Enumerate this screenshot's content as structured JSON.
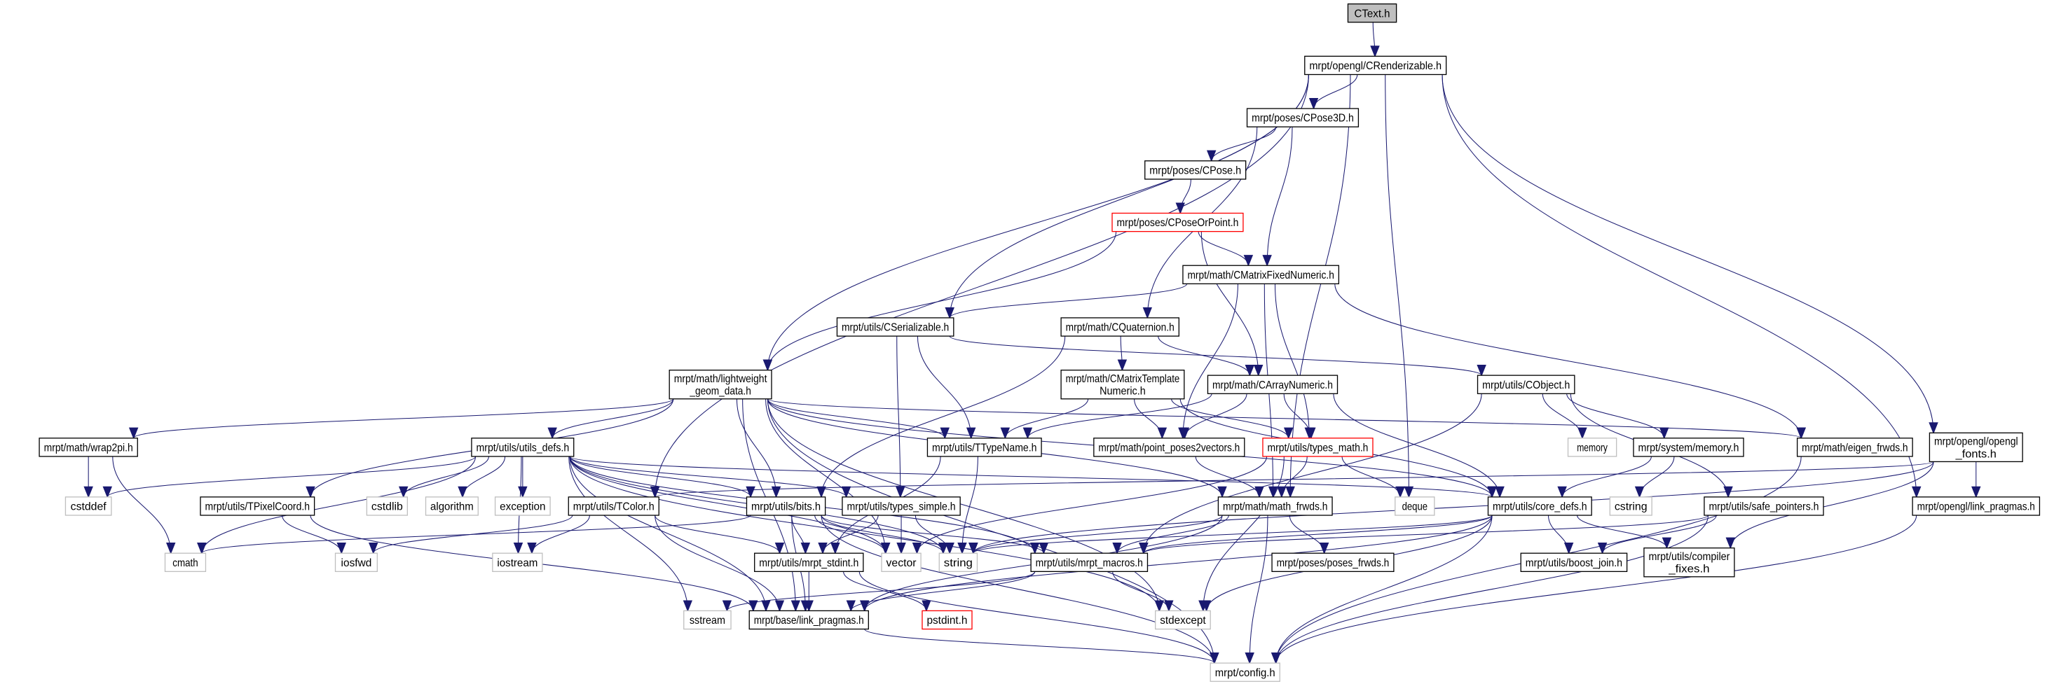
{
  "colors": {
    "edge": "#191970",
    "documented_border": "#000000",
    "external_border": "#bfbfbf",
    "missing_border": "#ff0000",
    "current_fill": "#bfbfbf",
    "fill": "#ffffff"
  },
  "nodes": [
    {
      "id": "ctext",
      "lines": [
        "CText.h"
      ],
      "kind": "current"
    },
    {
      "id": "crend",
      "lines": [
        "mrpt/opengl/CRenderizable.h"
      ],
      "kind": "documented"
    },
    {
      "id": "cpose3d",
      "lines": [
        "mrpt/poses/CPose3D.h"
      ],
      "kind": "documented"
    },
    {
      "id": "cpose",
      "lines": [
        "mrpt/poses/CPose.h"
      ],
      "kind": "documented"
    },
    {
      "id": "cposeorpoint",
      "lines": [
        "mrpt/poses/CPoseOrPoint.h"
      ],
      "kind": "missing"
    },
    {
      "id": "cmfn",
      "lines": [
        "mrpt/math/CMatrixFixedNumeric.h"
      ],
      "kind": "documented"
    },
    {
      "id": "cser",
      "lines": [
        "mrpt/utils/CSerializable.h"
      ],
      "kind": "documented"
    },
    {
      "id": "cquat",
      "lines": [
        "mrpt/math/CQuaternion.h"
      ],
      "kind": "documented"
    },
    {
      "id": "lw",
      "lines": [
        "mrpt/math/lightweight",
        "_geom_data.h"
      ],
      "kind": "documented"
    },
    {
      "id": "cmtn",
      "lines": [
        "mrpt/math/CMatrixTemplate",
        "Numeric.h"
      ],
      "kind": "documented"
    },
    {
      "id": "carr",
      "lines": [
        "mrpt/math/CArrayNumeric.h"
      ],
      "kind": "documented"
    },
    {
      "id": "cobj",
      "lines": [
        "mrpt/utils/CObject.h"
      ],
      "kind": "documented"
    },
    {
      "id": "wrap2pi",
      "lines": [
        "mrpt/math/wrap2pi.h"
      ],
      "kind": "documented"
    },
    {
      "id": "utilsdefs",
      "lines": [
        "mrpt/utils/utils_defs.h"
      ],
      "kind": "documented"
    },
    {
      "id": "ttype",
      "lines": [
        "mrpt/utils/TTypeName.h"
      ],
      "kind": "documented"
    },
    {
      "id": "pp2v",
      "lines": [
        "mrpt/math/point_poses2vectors.h"
      ],
      "kind": "documented"
    },
    {
      "id": "tmath",
      "lines": [
        "mrpt/utils/types_math.h"
      ],
      "kind": "missing"
    },
    {
      "id": "memory",
      "lines": [
        "memory"
      ],
      "kind": "external"
    },
    {
      "id": "sysmem",
      "lines": [
        "mrpt/system/memory.h"
      ],
      "kind": "documented"
    },
    {
      "id": "eigen",
      "lines": [
        "mrpt/math/eigen_frwds.h"
      ],
      "kind": "documented"
    },
    {
      "id": "fonts",
      "lines": [
        "mrpt/opengl/opengl",
        "_fonts.h"
      ],
      "kind": "documented"
    },
    {
      "id": "cstddef",
      "lines": [
        "cstddef"
      ],
      "kind": "external"
    },
    {
      "id": "tpix",
      "lines": [
        "mrpt/utils/TPixelCoord.h"
      ],
      "kind": "documented"
    },
    {
      "id": "cstdlib",
      "lines": [
        "cstdlib"
      ],
      "kind": "external"
    },
    {
      "id": "algorithm",
      "lines": [
        "algorithm"
      ],
      "kind": "external"
    },
    {
      "id": "exception",
      "lines": [
        "exception"
      ],
      "kind": "external"
    },
    {
      "id": "tcolor",
      "lines": [
        "mrpt/utils/TColor.h"
      ],
      "kind": "documented"
    },
    {
      "id": "bits",
      "lines": [
        "mrpt/utils/bits.h"
      ],
      "kind": "documented"
    },
    {
      "id": "tsimple",
      "lines": [
        "mrpt/utils/types_simple.h"
      ],
      "kind": "documented"
    },
    {
      "id": "mathfrwds",
      "lines": [
        "mrpt/math/math_frwds.h"
      ],
      "kind": "documented"
    },
    {
      "id": "deque",
      "lines": [
        "deque"
      ],
      "kind": "external"
    },
    {
      "id": "coredefs",
      "lines": [
        "mrpt/utils/core_defs.h"
      ],
      "kind": "documented"
    },
    {
      "id": "cstring",
      "lines": [
        "cstring"
      ],
      "kind": "external"
    },
    {
      "id": "safeptr",
      "lines": [
        "mrpt/utils/safe_pointers.h"
      ],
      "kind": "documented"
    },
    {
      "id": "glpragmas",
      "lines": [
        "mrpt/opengl/link_pragmas.h"
      ],
      "kind": "documented"
    },
    {
      "id": "cmath",
      "lines": [
        "cmath"
      ],
      "kind": "external"
    },
    {
      "id": "iosfwd",
      "lines": [
        "iosfwd"
      ],
      "kind": "external"
    },
    {
      "id": "iostream",
      "lines": [
        "iostream"
      ],
      "kind": "external"
    },
    {
      "id": "stdint",
      "lines": [
        "mrpt/utils/mrpt_stdint.h"
      ],
      "kind": "documented"
    },
    {
      "id": "vector",
      "lines": [
        "vector"
      ],
      "kind": "external"
    },
    {
      "id": "string",
      "lines": [
        "string"
      ],
      "kind": "external"
    },
    {
      "id": "macros",
      "lines": [
        "mrpt/utils/mrpt_macros.h"
      ],
      "kind": "documented"
    },
    {
      "id": "posesfrwds",
      "lines": [
        "mrpt/poses/poses_frwds.h"
      ],
      "kind": "documented"
    },
    {
      "id": "boostjoin",
      "lines": [
        "mrpt/utils/boost_join.h"
      ],
      "kind": "documented"
    },
    {
      "id": "compfixes",
      "lines": [
        "mrpt/utils/compiler",
        "_fixes.h"
      ],
      "kind": "documented"
    },
    {
      "id": "sstream",
      "lines": [
        "sstream"
      ],
      "kind": "external"
    },
    {
      "id": "basepragmas",
      "lines": [
        "mrpt/base/link_pragmas.h"
      ],
      "kind": "documented"
    },
    {
      "id": "pstdint",
      "lines": [
        "pstdint.h"
      ],
      "kind": "missing"
    },
    {
      "id": "stdexcept",
      "lines": [
        "stdexcept"
      ],
      "kind": "external"
    },
    {
      "id": "config",
      "lines": [
        "mrpt/config.h"
      ],
      "kind": "external"
    }
  ],
  "edges": [
    [
      "ctext",
      "crend"
    ],
    [
      "crend",
      "cpose3d"
    ],
    [
      "crend",
      "lw"
    ],
    [
      "crend",
      "cser"
    ],
    [
      "crend",
      "tcolor"
    ],
    [
      "crend",
      "mathfrwds"
    ],
    [
      "crend",
      "deque"
    ],
    [
      "crend",
      "fonts"
    ],
    [
      "crend",
      "glpragmas"
    ],
    [
      "cpose3d",
      "cpose"
    ],
    [
      "cpose3d",
      "cmfn"
    ],
    [
      "cpose3d",
      "cquat"
    ],
    [
      "cpose",
      "cposeorpoint"
    ],
    [
      "cposeorpoint",
      "lw"
    ],
    [
      "cposeorpoint",
      "cmfn"
    ],
    [
      "cposeorpoint",
      "carr"
    ],
    [
      "cmfn",
      "cser"
    ],
    [
      "cmfn",
      "pp2v"
    ],
    [
      "cmfn",
      "mathfrwds"
    ],
    [
      "cmfn",
      "tmath"
    ],
    [
      "cmfn",
      "eigen"
    ],
    [
      "cser",
      "ttype"
    ],
    [
      "cser",
      "tsimple"
    ],
    [
      "cser",
      "cobj"
    ],
    [
      "cquat",
      "cmtn"
    ],
    [
      "cquat",
      "carr"
    ],
    [
      "cquat",
      "bits"
    ],
    [
      "cmtn",
      "ttype"
    ],
    [
      "cmtn",
      "pp2v"
    ],
    [
      "cmtn",
      "tmath"
    ],
    [
      "cmtn",
      "coredefs"
    ],
    [
      "carr",
      "ttype"
    ],
    [
      "carr",
      "pp2v"
    ],
    [
      "carr",
      "tmath"
    ],
    [
      "carr",
      "coredefs"
    ],
    [
      "cobj",
      "memory"
    ],
    [
      "cobj",
      "sysmem"
    ],
    [
      "cobj",
      "safeptr"
    ],
    [
      "cobj",
      "macros"
    ],
    [
      "lw",
      "wrap2pi"
    ],
    [
      "lw",
      "utilsdefs"
    ],
    [
      "lw",
      "tpix"
    ],
    [
      "lw",
      "ttype"
    ],
    [
      "lw",
      "bits"
    ],
    [
      "lw",
      "eigen"
    ],
    [
      "lw",
      "mathfrwds"
    ],
    [
      "lw",
      "coredefs"
    ],
    [
      "lw",
      "vector"
    ],
    [
      "lw",
      "basepragmas"
    ],
    [
      "lw",
      "stdexcept"
    ],
    [
      "lw",
      "config"
    ],
    [
      "wrap2pi",
      "cstddef"
    ],
    [
      "wrap2pi",
      "cmath"
    ],
    [
      "utilsdefs",
      "cstddef"
    ],
    [
      "utilsdefs",
      "cstdlib"
    ],
    [
      "utilsdefs",
      "algorithm"
    ],
    [
      "utilsdefs",
      "exception"
    ],
    [
      "utilsdefs",
      "cmath"
    ],
    [
      "utilsdefs",
      "iostream"
    ],
    [
      "utilsdefs",
      "sstream"
    ],
    [
      "utilsdefs",
      "bits"
    ],
    [
      "utilsdefs",
      "tsimple"
    ],
    [
      "utilsdefs",
      "coredefs"
    ],
    [
      "utilsdefs",
      "vector"
    ],
    [
      "utilsdefs",
      "string"
    ],
    [
      "utilsdefs",
      "macros"
    ],
    [
      "utilsdefs",
      "stdexcept"
    ],
    [
      "utilsdefs",
      "basepragmas"
    ],
    [
      "tpix",
      "iosfwd"
    ],
    [
      "tpix",
      "basepragmas"
    ],
    [
      "tcolor",
      "iosfwd"
    ],
    [
      "tcolor",
      "iostream"
    ],
    [
      "tcolor",
      "stdint"
    ],
    [
      "tcolor",
      "basepragmas"
    ],
    [
      "ttype",
      "string"
    ],
    [
      "ttype",
      "stdint"
    ],
    [
      "pp2v",
      "mathfrwds"
    ],
    [
      "tmath",
      "mathfrwds"
    ],
    [
      "tmath",
      "deque"
    ],
    [
      "tmath",
      "vector"
    ],
    [
      "tmath",
      "stdexcept"
    ],
    [
      "sysmem",
      "coredefs"
    ],
    [
      "sysmem",
      "cstring"
    ],
    [
      "eigen",
      "config"
    ],
    [
      "fonts",
      "glpragmas"
    ],
    [
      "fonts",
      "compfixes"
    ],
    [
      "fonts",
      "tcolor"
    ],
    [
      "fonts",
      "string"
    ],
    [
      "bits",
      "cmath"
    ],
    [
      "bits",
      "stdint"
    ],
    [
      "bits",
      "vector"
    ],
    [
      "bits",
      "string"
    ],
    [
      "bits",
      "macros"
    ],
    [
      "bits",
      "basepragmas"
    ],
    [
      "bits",
      "config"
    ],
    [
      "tsimple",
      "stdint"
    ],
    [
      "tsimple",
      "vector"
    ],
    [
      "tsimple",
      "string"
    ],
    [
      "mathfrwds",
      "poses_frwds_placeholder"
    ],
    [
      "mathfrwds",
      "posesfrwds"
    ],
    [
      "mathfrwds",
      "string"
    ],
    [
      "mathfrwds",
      "macros"
    ],
    [
      "mathfrwds",
      "basepragmas"
    ],
    [
      "mathfrwds",
      "config"
    ],
    [
      "coredefs",
      "boostjoin"
    ],
    [
      "coredefs",
      "compfixes"
    ],
    [
      "coredefs",
      "string"
    ],
    [
      "coredefs",
      "macros"
    ],
    [
      "coredefs",
      "stdexcept"
    ],
    [
      "coredefs",
      "basepragmas"
    ],
    [
      "coredefs",
      "config"
    ],
    [
      "safeptr",
      "boostjoin"
    ],
    [
      "safeptr",
      "macros"
    ],
    [
      "safeptr",
      "config"
    ],
    [
      "glpragmas",
      "config"
    ],
    [
      "stdint",
      "pstdint"
    ],
    [
      "stdint",
      "basepragmas"
    ],
    [
      "stdint",
      "config"
    ],
    [
      "macros",
      "basepragmas"
    ],
    [
      "macros",
      "stdexcept"
    ],
    [
      "macros",
      "sstream"
    ],
    [
      "basepragmas",
      "config"
    ]
  ]
}
